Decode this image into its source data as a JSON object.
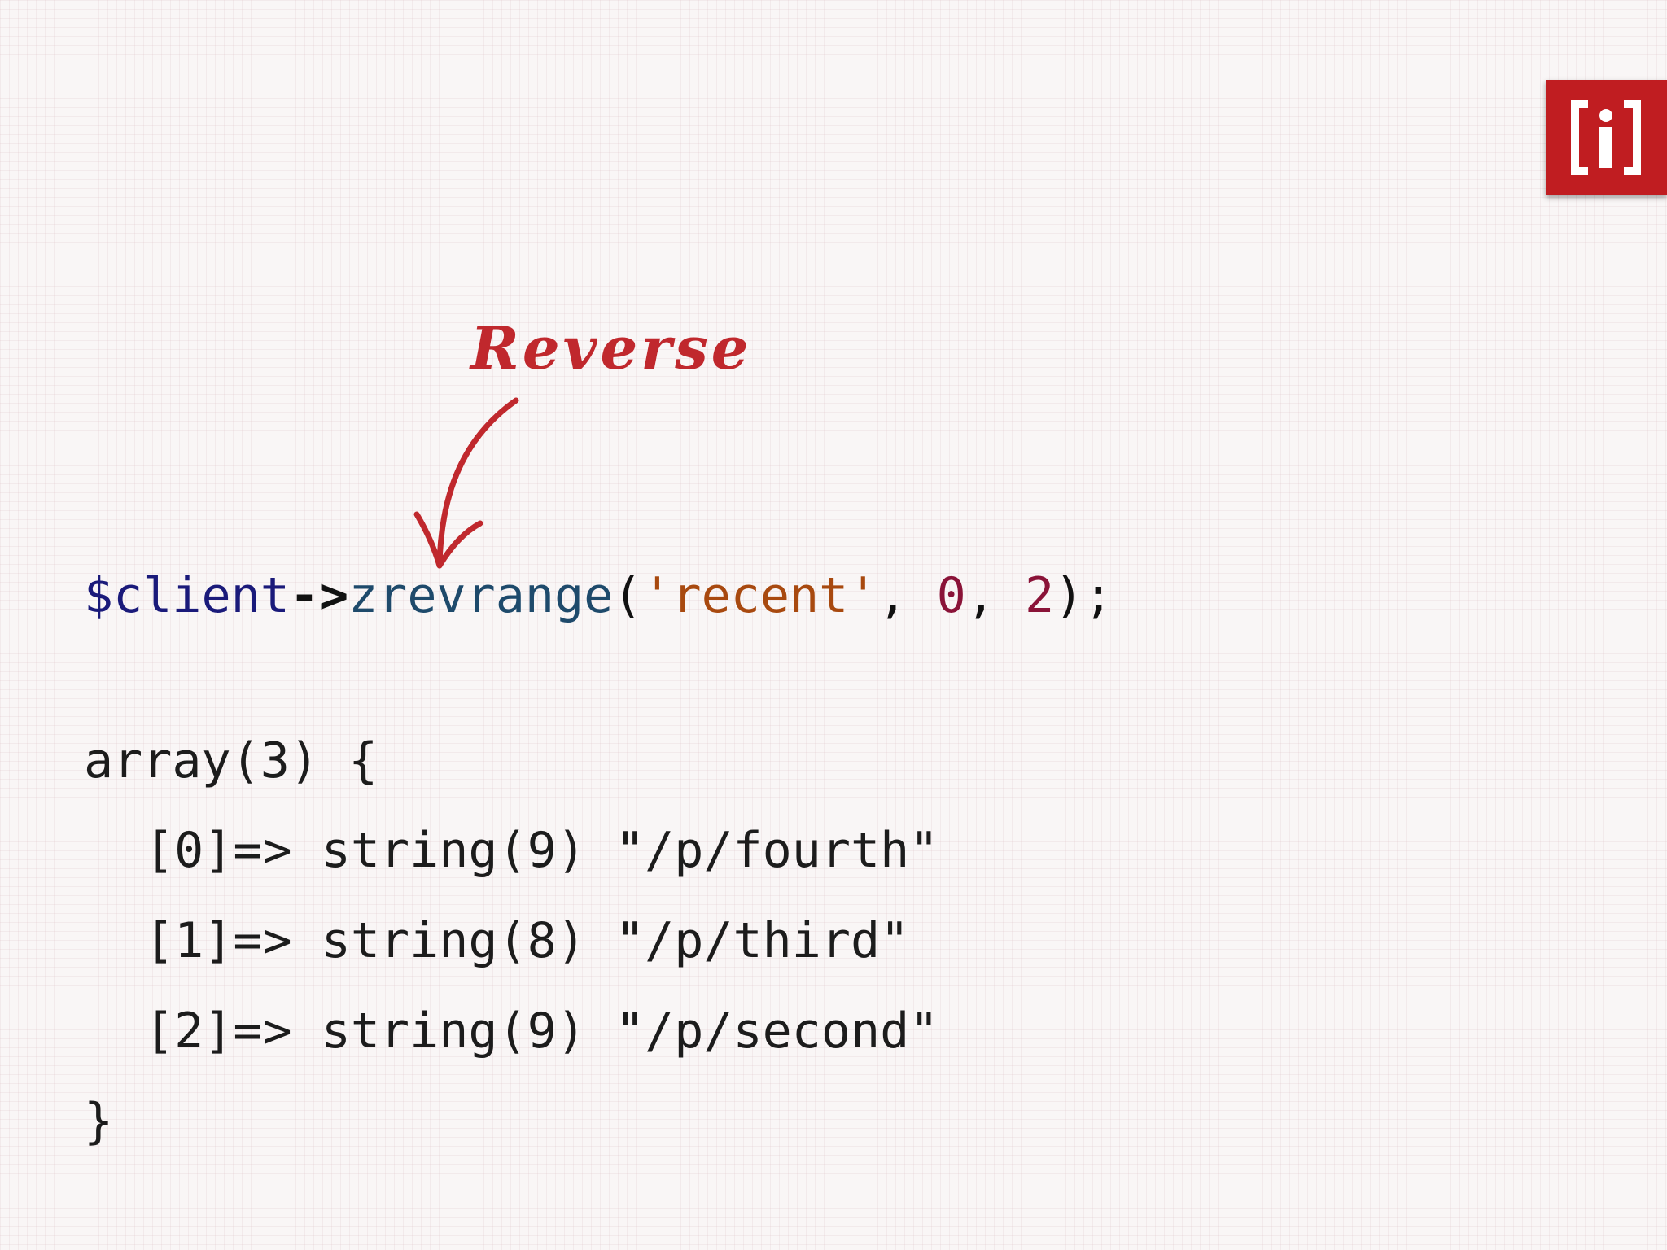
{
  "annotation": {
    "label": "Reverse",
    "color": "#c0282d"
  },
  "logo": {
    "icon": "bracket-i-logo-icon",
    "color": "#c01d21"
  },
  "code": {
    "call": {
      "variable": "$client",
      "arrow": "->",
      "method": "zrevrange",
      "open_paren": "(",
      "arg_string": "'recent'",
      "comma1": ", ",
      "arg_start": "0",
      "comma2": ", ",
      "arg_end": "2",
      "close": ");"
    },
    "output": {
      "header": "array(3) {",
      "items": [
        "[0]=> string(9) \"/p/fourth\"",
        "[1]=> string(8) \"/p/third\"",
        "[2]=> string(9) \"/p/second\""
      ],
      "footer": "}"
    }
  },
  "colors": {
    "variable": "#1a1a7a",
    "method": "#1e4a6b",
    "string": "#a8490f",
    "number": "#8a1338"
  }
}
